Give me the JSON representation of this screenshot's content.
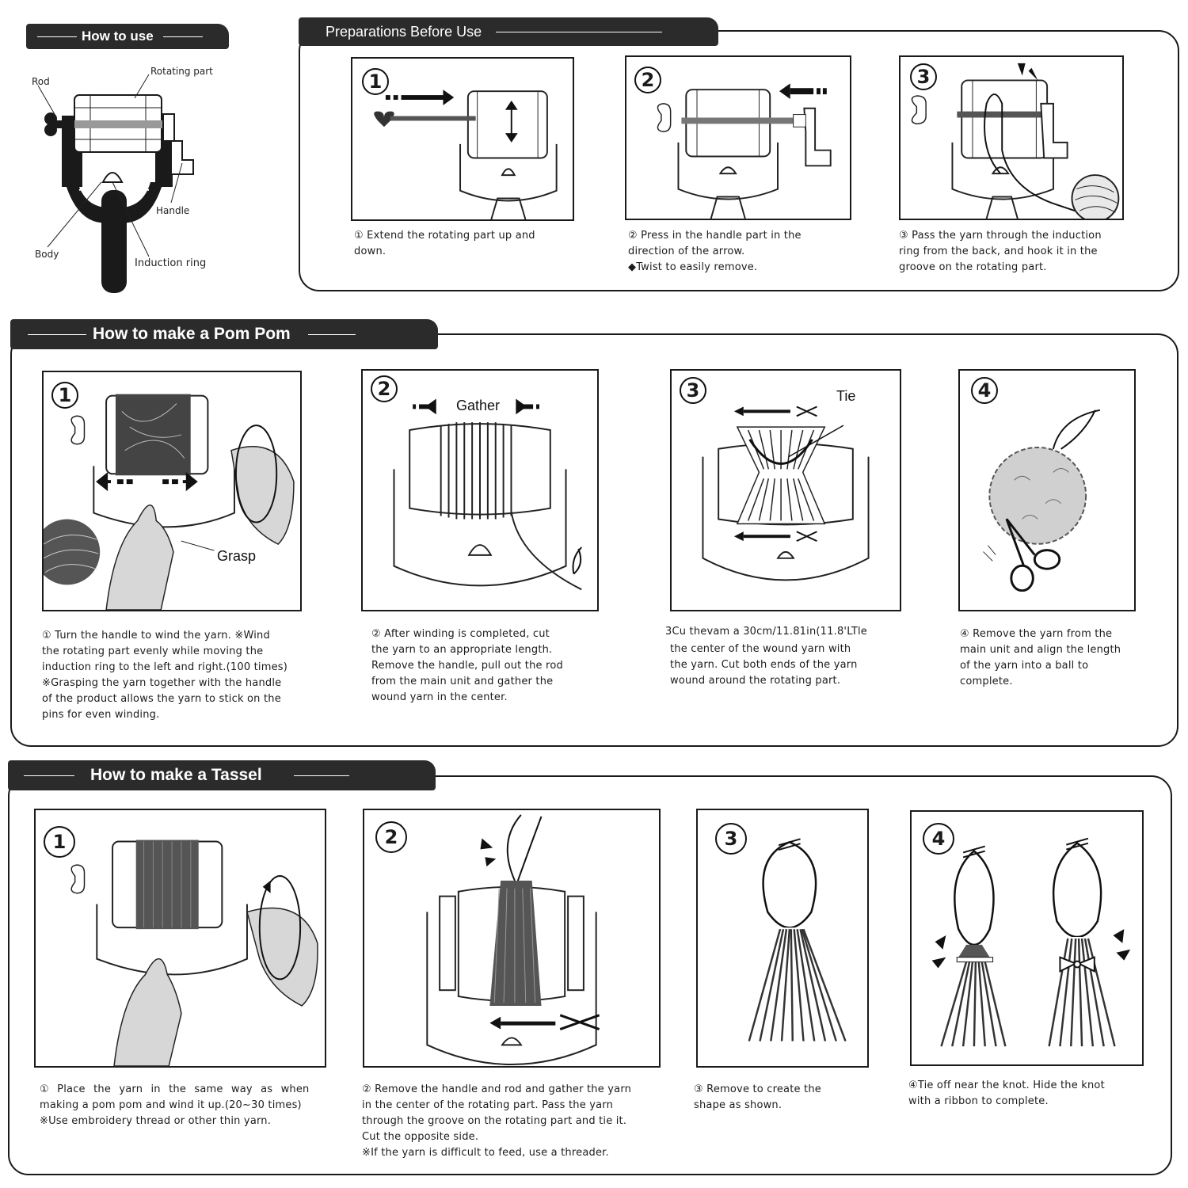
{
  "how_to_use": {
    "title": "How to use",
    "labels": {
      "rod": "Rod",
      "rotating_part": "Rotating part",
      "handle": "Handle",
      "body": "Body",
      "induction_ring": "Induction ring"
    }
  },
  "preparations": {
    "title": "Preparations Before Use",
    "steps": [
      {
        "num": "1",
        "caption": [
          "① Extend the rotating part up and",
          "down."
        ]
      },
      {
        "num": "2",
        "caption": [
          "② Press in the handle part in the",
          "direction of the arrow.",
          "◆Twist to easily remove."
        ]
      },
      {
        "num": "3",
        "caption": [
          "③ Pass the yarn through the induction",
          "ring from the back, and hook it in the",
          "groove on the rotating part."
        ]
      }
    ]
  },
  "pompom": {
    "title": "How to make a Pom Pom",
    "steps": [
      {
        "num": "1",
        "label": "Grasp",
        "caption": [
          "① Turn the handle to wind the yarn. ※Wind",
          "the rotating part evenly while moving the",
          "induction ring to the left and right.(100 times)",
          "※Grasping the yarn together with the handle",
          "of the product allows the yarn to stick on the",
          "pins for even winding."
        ]
      },
      {
        "num": "2",
        "label": "Gather",
        "caption": [
          "② After winding is completed, cut",
          "the yarn to an appropriate length.",
          "Remove the handle, pull out the rod",
          "from the main unit and gather the",
          "wound yarn in the center."
        ]
      },
      {
        "num": "3",
        "label": "Tie",
        "caption": [
          "3Cu thevam a 30cm/11.81in(11.8'LTle",
          "the center of the wound yarn with",
          "the yarn. Cut both ends of the yarn",
          "wound around the rotating part."
        ]
      },
      {
        "num": "4",
        "caption": [
          "④ Remove the yarn from the",
          "main unit and align the length",
          "of the yarn into a ball to",
          "complete."
        ]
      }
    ]
  },
  "tassel": {
    "title": "How to make a Tassel",
    "steps": [
      {
        "num": "1",
        "caption": [
          "① Place the yarn in the same way as when",
          "making a pom pom and wind it up.(20~30 times)",
          "※Use embroidery thread or other thin yarn."
        ]
      },
      {
        "num": "2",
        "caption": [
          "② Remove the handle and rod and gather the yarn",
          "in the center of the rotating part. Pass the yarn",
          "through the groove on the rotating part and tie it.",
          "Cut the opposite side.",
          "※If the yarn is difficult to feed, use a threader."
        ]
      },
      {
        "num": "3",
        "caption": [
          "③ Remove to create the",
          "shape as shown."
        ]
      },
      {
        "num": "4",
        "caption": [
          "④Tie off near the knot. Hide the knot",
          "with a ribbon to complete."
        ]
      }
    ]
  }
}
